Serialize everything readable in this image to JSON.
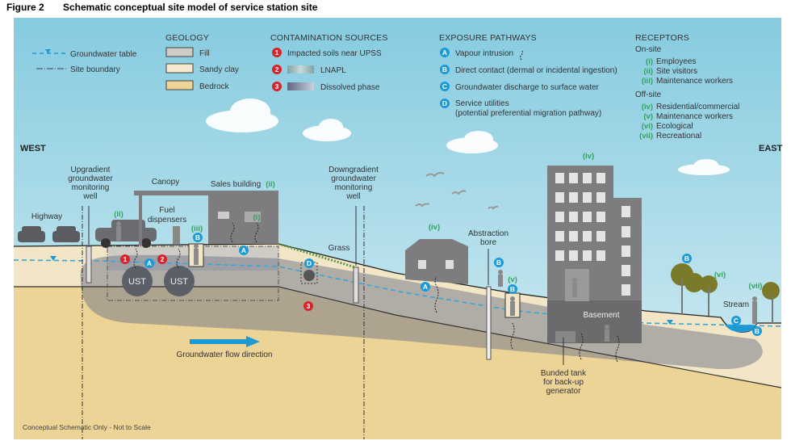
{
  "figure": {
    "number": "Figure 2",
    "caption": "Schematic conceptual site model of service station site"
  },
  "legend": {
    "groundwater_table": "Groundwater table",
    "site_boundary": "Site boundary",
    "geology": {
      "heading": "GEOLOGY",
      "items": [
        "Fill",
        "Sandy clay",
        "Bedrock"
      ]
    },
    "contamination": {
      "heading": "CONTAMINATION SOURCES",
      "items": [
        {
          "num": "1",
          "label": "Impacted soils near UPSS"
        },
        {
          "num": "2",
          "label": "LNAPL"
        },
        {
          "num": "3",
          "label": "Dissolved phase"
        }
      ]
    },
    "pathways": {
      "heading": "EXPOSURE PATHWAYS",
      "items": [
        {
          "letter": "A",
          "label": "Vapour intrusion"
        },
        {
          "letter": "B",
          "label": "Direct contact (dermal or incidental ingestion)"
        },
        {
          "letter": "C",
          "label": "Groundwater discharge to surface water"
        },
        {
          "letter": "D",
          "label": "Service utilities",
          "label2": "(potential preferential migration pathway)"
        }
      ]
    },
    "receptors": {
      "heading": "RECEPTORS",
      "onsite_label": "On-site",
      "onsite": [
        {
          "num": "(i)",
          "label": "Employees"
        },
        {
          "num": "(ii)",
          "label": "Site visitors"
        },
        {
          "num": "(iii)",
          "label": "Maintenance workers"
        }
      ],
      "offsite_label": "Off-site",
      "offsite": [
        {
          "num": "(iv)",
          "label": "Residential/commercial"
        },
        {
          "num": "(v)",
          "label": "Maintenance workers"
        },
        {
          "num": "(vi)",
          "label": "Ecological"
        },
        {
          "num": "(vii)",
          "label": "Recreational"
        }
      ]
    }
  },
  "scene": {
    "west": "WEST",
    "east": "EAST",
    "highway": "Highway",
    "upgradient_well": [
      "Upgradient",
      "groundwater",
      "monitoring",
      "well"
    ],
    "canopy": "Canopy",
    "sales_building": "Sales building",
    "fuel_dispensers": [
      "Fuel",
      "dispensers"
    ],
    "grass": "Grass",
    "downgradient_well": [
      "Downgradient",
      "groundwater",
      "monitoring",
      "well"
    ],
    "abstraction_bore": [
      "Abstraction",
      "bore"
    ],
    "basement": "Basement",
    "bunded_tank": [
      "Bunded tank",
      "for back-up",
      "generator"
    ],
    "stream": "Stream",
    "ust": "UST",
    "flow_direction": "Groundwater flow direction",
    "footer": "Conceptual Schematic Only - Not to Scale"
  },
  "colors": {
    "sky": "#8fd0e4",
    "sandy_clay": "#f2e6c6",
    "bedrock": "#ecd396",
    "fill": "#cfccc6",
    "plume": "#6d7385",
    "groundwater": "#3aa6d6",
    "badge_red": "#d9232a",
    "badge_blue": "#1c9ad6",
    "receptor_green": "#2ea35a",
    "building": "#7d7d7f"
  }
}
